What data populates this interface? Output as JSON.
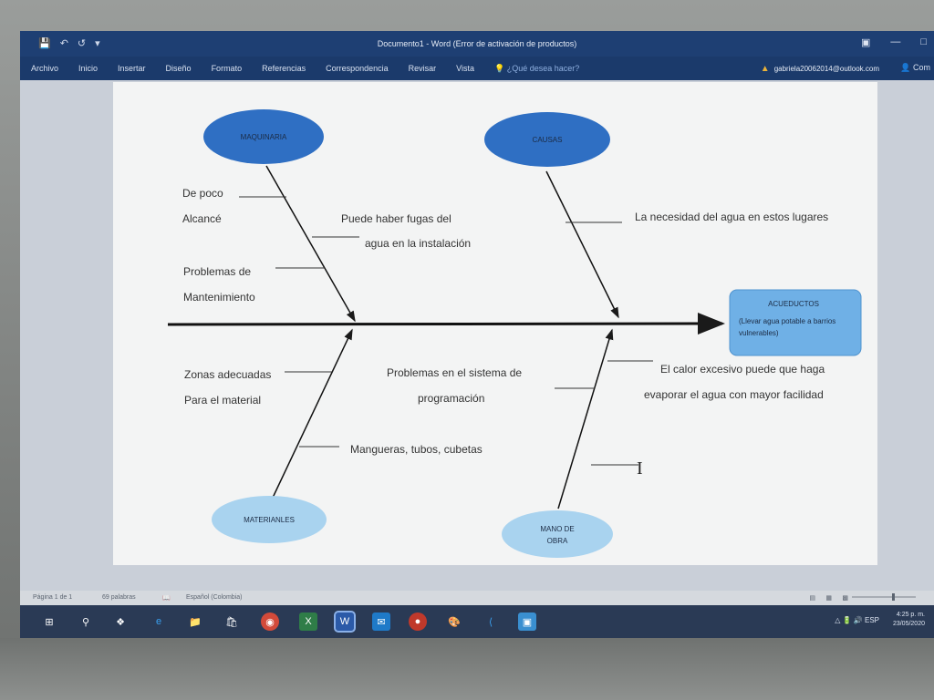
{
  "window": {
    "title": "Documento1 - Word (Error de activación de productos)"
  },
  "ribbon": {
    "tabs": [
      "Archivo",
      "Inicio",
      "Insertar",
      "Diseño",
      "Formato",
      "Referencias",
      "Correspondencia",
      "Revisar",
      "Vista"
    ],
    "tell_me": "¿Qué desea hacer?",
    "account": "gabriela20062014@outlook.com",
    "share": "Com"
  },
  "diagram": {
    "head": {
      "title": "ACUEDUCTOS",
      "subtitle": "(Llevar agua potable a barrios vulnerables)"
    },
    "categories": {
      "maquinaria": "MAQUINARIA",
      "causas": "CAUSAS",
      "materiales": "MATERIANLES",
      "mano_de_obra_line1": "MANO DE",
      "mano_de_obra_line2": "OBRA"
    },
    "labels": {
      "de_poco": "De poco",
      "alcance": "Alcancé",
      "fugas_1": "Puede haber fugas del",
      "fugas_2": "agua en la instalación",
      "problemas_1": "Problemas de",
      "problemas_2": "Mantenimiento",
      "necesidad": "La necesidad del agua en estos lugares",
      "zonas_1": "Zonas adecuadas",
      "zonas_2": "Para el material",
      "sistema_1": "Problemas en el sistema de",
      "sistema_2": "programación",
      "calor_1": "El calor excesivo puede que haga",
      "calor_2": "evaporar el agua con mayor facilidad",
      "mangueras": "Mangueras, tubos, cubetas"
    },
    "colors": {
      "dark_oval": "#2f6fc3",
      "light_oval": "#a9d3ef",
      "head_box": "#6fb0e6"
    }
  },
  "status": {
    "page": "Página 1 de 1",
    "words": "69 palabras",
    "language": "Español (Colombia)"
  },
  "taskbar": {
    "time": "4:25 p. m.",
    "date": "23/05/2020",
    "lang": "ESP"
  }
}
